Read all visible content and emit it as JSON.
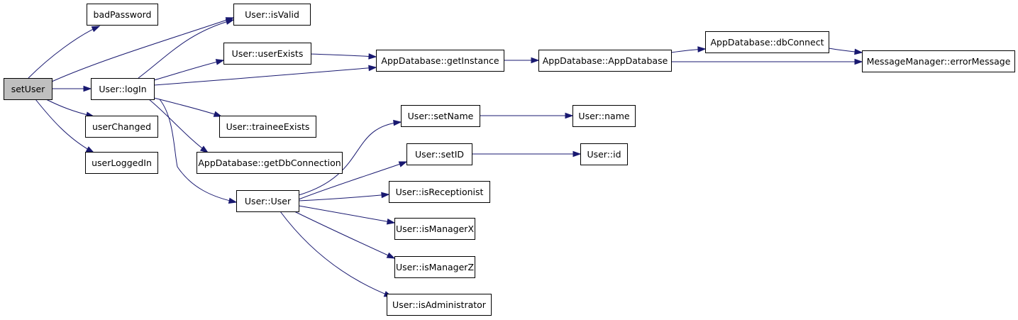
{
  "colors": {
    "edge": "#191970",
    "node_fill": "#ffffff",
    "node_fill_root": "#bfbfbf",
    "node_border": "#000000"
  },
  "nodes": [
    {
      "id": "setUser",
      "label": "setUser",
      "root": true
    },
    {
      "id": "badPassword",
      "label": "badPassword"
    },
    {
      "id": "isValid",
      "label": "User::isValid"
    },
    {
      "id": "logIn",
      "label": "User::logIn"
    },
    {
      "id": "userChanged",
      "label": "userChanged"
    },
    {
      "id": "userLoggedIn",
      "label": "userLoggedIn"
    },
    {
      "id": "userExists",
      "label": "User::userExists"
    },
    {
      "id": "getInstance",
      "label": "AppDatabase::getInstance"
    },
    {
      "id": "traineeExists",
      "label": "User::traineeExists"
    },
    {
      "id": "getDbConnection",
      "label": "AppDatabase::getDbConnection"
    },
    {
      "id": "userCtor",
      "label": "User::User"
    },
    {
      "id": "appDbCtor",
      "label": "AppDatabase::AppDatabase"
    },
    {
      "id": "dbConnect",
      "label": "AppDatabase::dbConnect"
    },
    {
      "id": "errorMessage",
      "label": "MessageManager::errorMessage"
    },
    {
      "id": "setName",
      "label": "User::setName"
    },
    {
      "id": "name",
      "label": "User::name"
    },
    {
      "id": "setID",
      "label": "User::setID"
    },
    {
      "id": "id",
      "label": "User::id"
    },
    {
      "id": "isReceptionist",
      "label": "User::isReceptionist"
    },
    {
      "id": "isManagerX",
      "label": "User::isManagerX"
    },
    {
      "id": "isManagerZ",
      "label": "User::isManagerZ"
    },
    {
      "id": "isAdministrator",
      "label": "User::isAdministrator"
    }
  ],
  "edges": [
    {
      "from": "setUser",
      "to": "badPassword"
    },
    {
      "from": "setUser",
      "to": "isValid"
    },
    {
      "from": "setUser",
      "to": "logIn"
    },
    {
      "from": "setUser",
      "to": "userChanged"
    },
    {
      "from": "setUser",
      "to": "userLoggedIn"
    },
    {
      "from": "logIn",
      "to": "isValid"
    },
    {
      "from": "logIn",
      "to": "userExists"
    },
    {
      "from": "logIn",
      "to": "getInstance"
    },
    {
      "from": "logIn",
      "to": "traineeExists"
    },
    {
      "from": "logIn",
      "to": "getDbConnection"
    },
    {
      "from": "logIn",
      "to": "userCtor"
    },
    {
      "from": "userExists",
      "to": "getInstance"
    },
    {
      "from": "getInstance",
      "to": "appDbCtor"
    },
    {
      "from": "appDbCtor",
      "to": "dbConnect"
    },
    {
      "from": "appDbCtor",
      "to": "errorMessage"
    },
    {
      "from": "dbConnect",
      "to": "errorMessage"
    },
    {
      "from": "userCtor",
      "to": "setName"
    },
    {
      "from": "userCtor",
      "to": "setID"
    },
    {
      "from": "userCtor",
      "to": "isReceptionist"
    },
    {
      "from": "userCtor",
      "to": "isManagerX"
    },
    {
      "from": "userCtor",
      "to": "isManagerZ"
    },
    {
      "from": "userCtor",
      "to": "isAdministrator"
    },
    {
      "from": "setName",
      "to": "name"
    },
    {
      "from": "setID",
      "to": "id"
    }
  ]
}
